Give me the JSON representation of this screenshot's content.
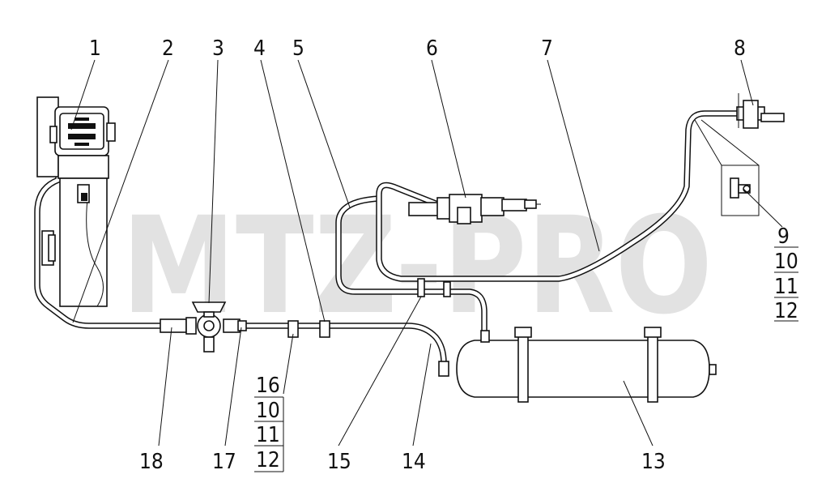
{
  "watermark": "MTZ-PRO",
  "callouts": [
    "1",
    "2",
    "3",
    "4",
    "5",
    "6",
    "7",
    "8",
    "18",
    "17",
    "15",
    "14",
    "13"
  ],
  "stack_right": [
    "9",
    "10",
    "11",
    "12"
  ],
  "stack_bottom": [
    "16",
    "10",
    "11",
    "12"
  ]
}
